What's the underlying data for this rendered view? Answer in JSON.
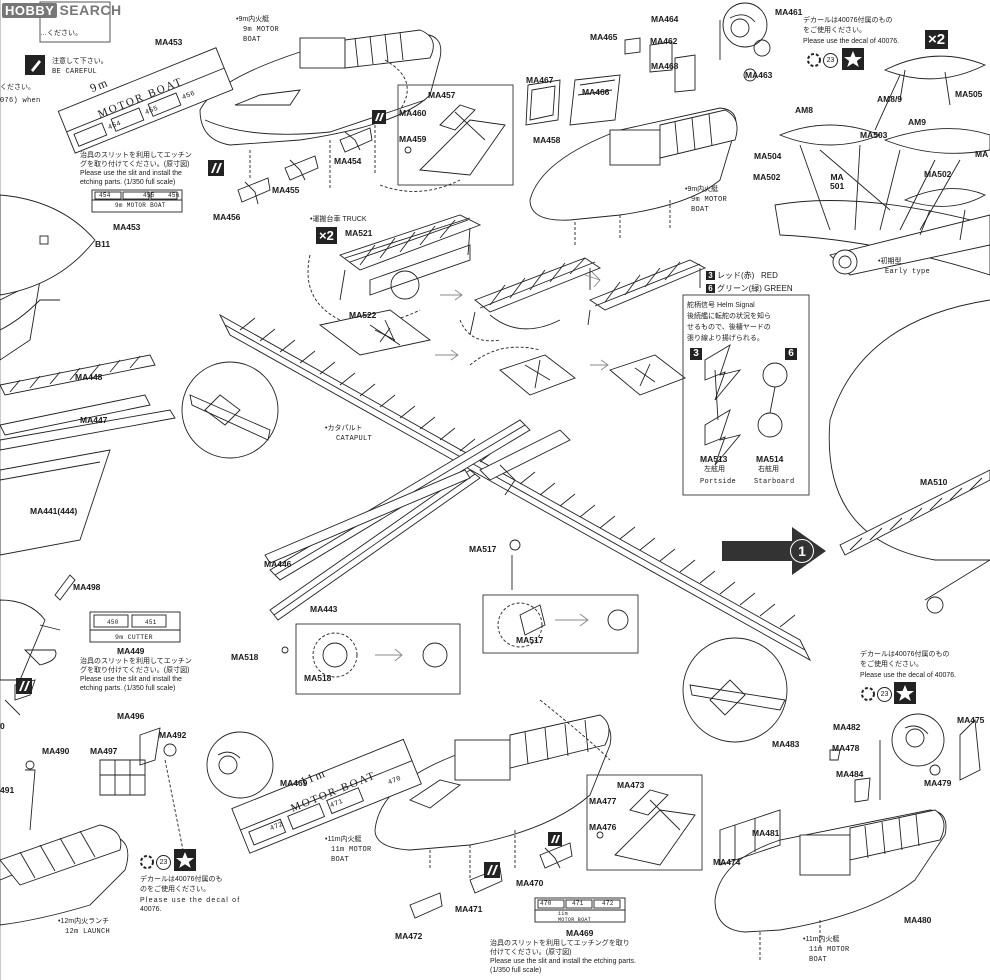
{
  "header": {
    "logo_prefix": "HOBBY",
    "logo_suffix": "SEARCH",
    "top_jp_fragment": "…ください。",
    "warning_jp": "注意して下さい。",
    "warning_en": "BE CAREFUL",
    "left_jp_fragment": "ください。",
    "left_en_fragment": "076) when"
  },
  "labels": {
    "ma453_a": "MA453",
    "ma453_b": "MA453",
    "ma457": "MA457",
    "ma460": "MA460",
    "ma459": "MA459",
    "ma454": "MA454",
    "ma455": "MA455",
    "ma456": "MA456",
    "ma521": "MA521",
    "ma522": "MA522",
    "ma464": "MA464",
    "ma461": "MA461",
    "ma465": "MA465",
    "ma462": "MA462",
    "ma463": "MA463",
    "ma468": "MA468",
    "ma467": "MA467",
    "ma466": "MA466",
    "ma458": "MA458",
    "ma505": "MA505",
    "am8": "AM8",
    "am8_9": "AM8/9",
    "am9": "AM9",
    "ma503": "MA503",
    "ma504": "MA504",
    "ma502_a": "MA502",
    "ma502_b": "MA502",
    "ma501": "MA\n501",
    "ma_right_edge": "MA",
    "b11": "B11",
    "ma448": "MA448",
    "ma447": "MA447",
    "ma441": "MA441(444)",
    "ma446": "MA446",
    "ma443": "MA443",
    "ma517_a": "MA517",
    "ma517_b": "MA517",
    "ma498": "MA498",
    "ma449": "MA449",
    "ma518_a": "MA518",
    "ma518_b": "MA518",
    "ma513": "MA513",
    "ma514": "MA514",
    "ma510": "MA510",
    "ma496": "MA496",
    "ma492": "MA492",
    "ma490": "MA490",
    "ma497": "MA497",
    "ma491": "491",
    "ma469_a": "MA469",
    "ma469_b": "MA469",
    "ma473": "MA473",
    "ma477": "MA477",
    "ma476": "MA476",
    "ma470": "MA470",
    "ma471": "MA471",
    "ma472": "MA472",
    "ma482": "MA482",
    "ma483": "MA483",
    "ma478": "MA478",
    "ma484": "MA484",
    "ma475": "MA475",
    "ma479": "MA479",
    "ma481": "MA481",
    "ma474": "MA474",
    "ma480": "MA480",
    "left_edge_label": "0"
  },
  "notes": {
    "boat9_top_jp": "•9m内火艇",
    "boat9_top_en": "9m MOTOR",
    "boat9_top_en2": "BOAT",
    "boat9_mid_jp": "•9m内火艇",
    "boat9_mid_en": "9m MOTOR",
    "boat9_mid_en2": "BOAT",
    "slit_jp_1": "治具のスリットを利用してエッチン",
    "slit_jp_2": "グを取り付けてください。(原寸図)",
    "slit_en_1": "Please use the slit and install the",
    "slit_en_2": "etching parts. (1/350 full scale)",
    "truck_jp": "•運搬台車 TRUCK",
    "catapult_jp": "•カタパルト",
    "catapult_en": "CATAPULT",
    "decal_jp": "デカールは40076付属のもの",
    "decal_jp2": "をご使用ください。",
    "decal_en": "Please use the decal of 40076.",
    "early_jp": "•初期型",
    "early_en": "Early type",
    "red_jp": "レッド(赤)",
    "red_en": "RED",
    "green_jp": "グリーン(緑) GREEN",
    "helm_1": "舵柄信号 Helm Signal",
    "helm_2": "後続艦に転舵の状況を知ら",
    "helm_3": "せるもので、後檣ヤードの",
    "helm_4": "張り線より揚げられる。",
    "portside_jp": "左舷用",
    "portside_en": "Portside",
    "starboard_jp": "右舷用",
    "starboard_en": "Starboard",
    "decal_right_jp": "デカールは40076付属のもの",
    "decal_right_jp2": "をご使用ください。",
    "decal_right_en": "Please use the decal of 40076.",
    "slit_mid_jp_1": "治具のスリットを利用してエッチン",
    "slit_mid_jp_2": "グを取り付けてください。(原寸図)",
    "slit_mid_en_1": "Please use the slit and install the",
    "slit_mid_en_2": "etching parts. (1/350 full scale)",
    "decal_left_jp": "デカールは40076付属のも",
    "decal_left_jp2": "のをご使用ください。",
    "decal_left_en_1": "Please use the decal of",
    "decal_left_en_2": "40076.",
    "launch_jp": "•12m内火ランチ",
    "launch_en": "12m LAUNCH",
    "boat11_jp": "•11m内火艇",
    "boat11_en": "11m MOTOR",
    "boat11_en2": "BOAT",
    "boat11_right_jp": "•11m内火艇",
    "boat11_right_en": "11m MOTOR",
    "boat11_right_en2": "BOAT",
    "slit_bot_jp_1": "治具のスリットを利用してエッチングを取り",
    "slit_bot_jp_2": "付けてください。(原寸図)",
    "slit_bot_en_1": "Please use the slit and install the etching parts.",
    "slit_bot_en_2": "(1/350 full scale)"
  },
  "jig": {
    "j9_nums": [
      "454",
      "455",
      "456"
    ],
    "j9_text": "9m MOTOR BOAT",
    "big9_line1": "9m",
    "big9_line2": "MOTOR BOAT",
    "big9_nums": [
      "454",
      "455",
      "456"
    ],
    "cutter_nums": [
      "450",
      "451"
    ],
    "cutter_text": "9m CUTTER",
    "j11_nums": [
      "470",
      "471",
      "472"
    ],
    "j11_line1": "11m",
    "j11_line2": "MOTOR BOAT",
    "big11_line1": "11m",
    "big11_line2": "MOTOR BOAT",
    "big11_nums": [
      "470",
      "471",
      "472"
    ]
  },
  "badges": {
    "x2_top": "×2",
    "x2_truck": "×2",
    "decal_num": "23",
    "red_num": "3",
    "green_num": "6",
    "helm_num_3": "3",
    "helm_num_6": "6",
    "step_num": "1"
  }
}
